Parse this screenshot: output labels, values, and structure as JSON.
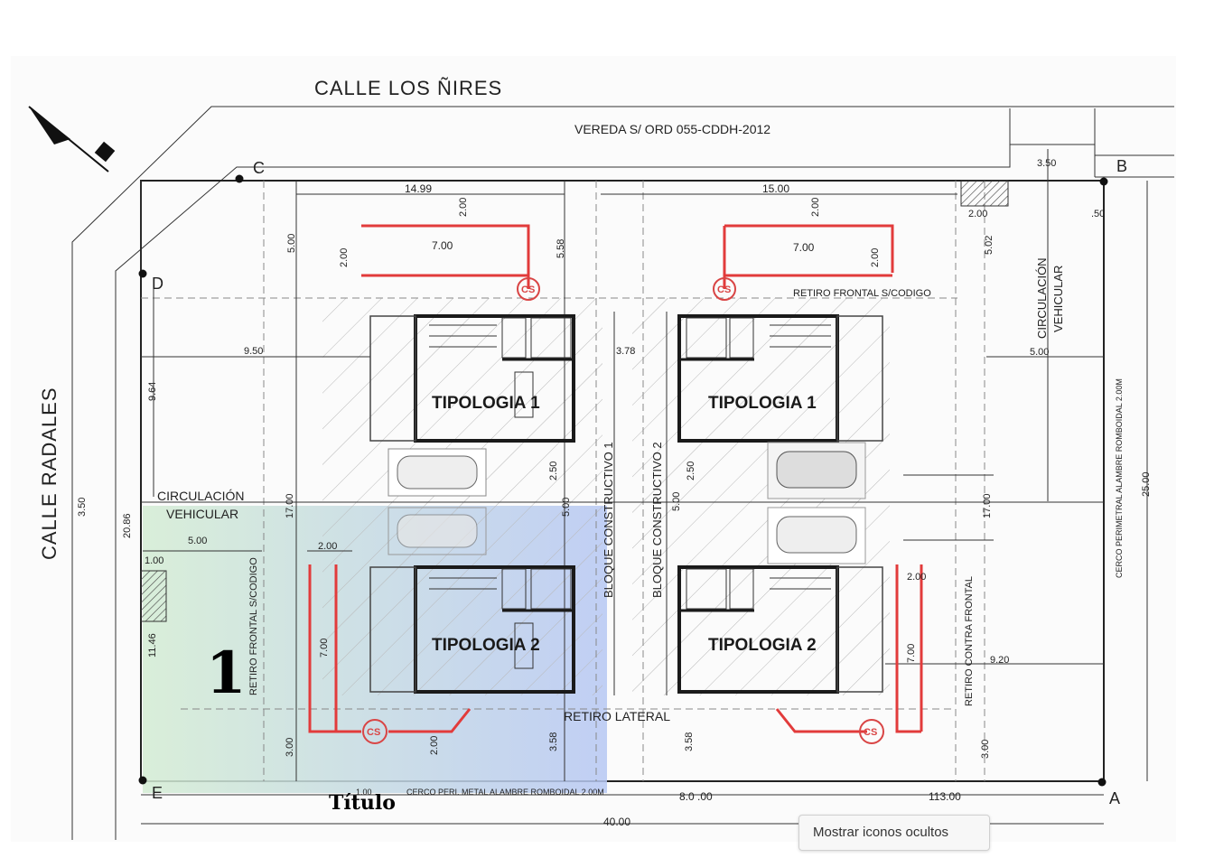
{
  "streets": {
    "north": "CALLE LOS ÑIRES",
    "west": "CALLE RADALES"
  },
  "sidewalk_note": "VEREDA S/ ORD 055-CDDH-2012",
  "corners": {
    "a": "A",
    "b": "B",
    "c": "C",
    "d": "D",
    "e": "E"
  },
  "typologies": {
    "t1_left": "TIPOLOGIA 1",
    "t1_right": "TIPOLOGIA 1",
    "t2_left": "TIPOLOGIA 2",
    "t2_right": "TIPOLOGIA 2"
  },
  "labels": {
    "retiro_frontal_top": "RETIRO FRONTAL S/CODIGO",
    "retiro_frontal_left": "RETIRO FRONTAL S/CODIGO",
    "circulacion_right_1": "CIRCULACIÓN",
    "circulacion_right_2": "VEHICULAR",
    "circulacion_left_1": "CIRCULACIÓN",
    "circulacion_left_2": "VEHICULAR",
    "bloque_1": "BLOQUE CONSTRUCTIVO 1",
    "bloque_2": "BLOQUE CONSTRUCTIVO 2",
    "retiro_lateral": "RETIRO LATERAL",
    "retiro_contra_frontal": "RETIRO CONTRA FRONTAL",
    "cerco_bottom": "CERCO PERI. METAL ALAMBRE ROMBOIDAL 2.00M",
    "cerco_right": "CERCO PERIMETRAL ALAMBRE ROMBOIDAL 2.00M",
    "cs": "CS"
  },
  "dimensions": {
    "d1499": "14.99",
    "d1500": "15.00",
    "d350_top": "3.50",
    "d200_a": "2.00",
    "d200_b": "2.00",
    "d200_c": "2.00",
    "d200_d": "2.00",
    "d200_e": "2.00",
    "d200_f": "2.00",
    "d200_g": "2.00",
    "d700_a": "7.00",
    "d700_b": "7.00",
    "d700_c": "7.00",
    "d700_d": "7.00",
    "d500_a": "5.00",
    "d500_b": "5.00",
    "d500_c": "5.00",
    "d500_d": "5.00",
    "d500_e": "5.00",
    "d558": "5.58",
    "d502": "5.02",
    "d050": ".50",
    "d950": "9.50",
    "d964": "9.64",
    "d378": "3.78",
    "d250_a": "2.50",
    "d250_b": "2.50",
    "d1700_a": "17.00",
    "d1700_b": "17.00",
    "d350_left": "3.50",
    "d2086": "20.86",
    "d100": "1.00",
    "d1146": "11.46",
    "d300_a": "3.00",
    "d300_b": "3.00",
    "d358_a": "3.58",
    "d358_b": "3.58",
    "d920": "9.20",
    "d2500": "25.00",
    "d800": "8.0 .00",
    "d1300": "113.00",
    "d4000": "40.00",
    "d100b": "1.00"
  },
  "overlay": {
    "section_number": "1",
    "title": "Título"
  },
  "tooltip": {
    "text": "Mostrar iconos ocultos"
  },
  "colors": {
    "overlay_left": "#cfead2",
    "overlay_right": "#b9c9f2",
    "red": "#e23b3b"
  }
}
